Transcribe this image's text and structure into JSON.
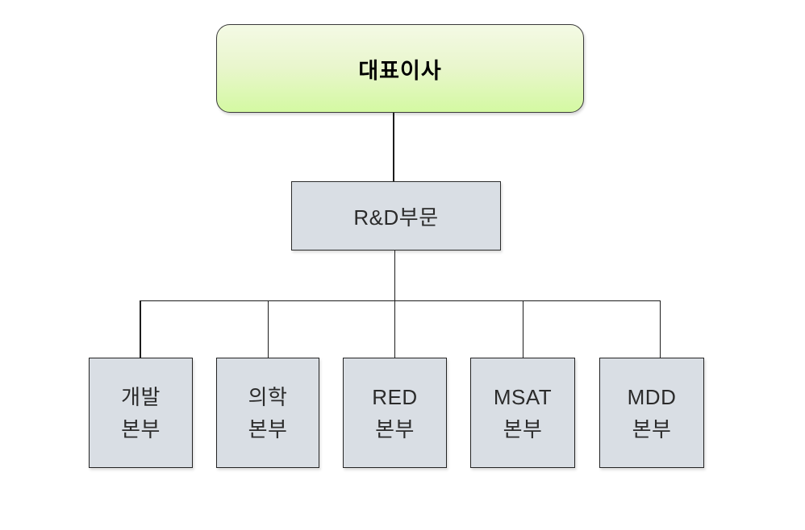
{
  "diagram": {
    "type": "org-chart",
    "root": {
      "label": "대표이사"
    },
    "level2": {
      "label": "R&D부문"
    },
    "level3": [
      {
        "line1": "개발",
        "line2": "본부"
      },
      {
        "line1": "의학",
        "line2": "본부"
      },
      {
        "line1": "RED",
        "line2": "본부"
      },
      {
        "line1": "MSAT",
        "line2": "본부"
      },
      {
        "line1": "MDD",
        "line2": "본부"
      }
    ],
    "colors": {
      "root_fill_top": "#F4FAE5",
      "root_fill_bottom": "#D4F9A2",
      "node_fill": "#D9DEE4",
      "border": "#2C2C2C",
      "line": "#1C1C1C",
      "text": "#2B2B2B"
    }
  }
}
